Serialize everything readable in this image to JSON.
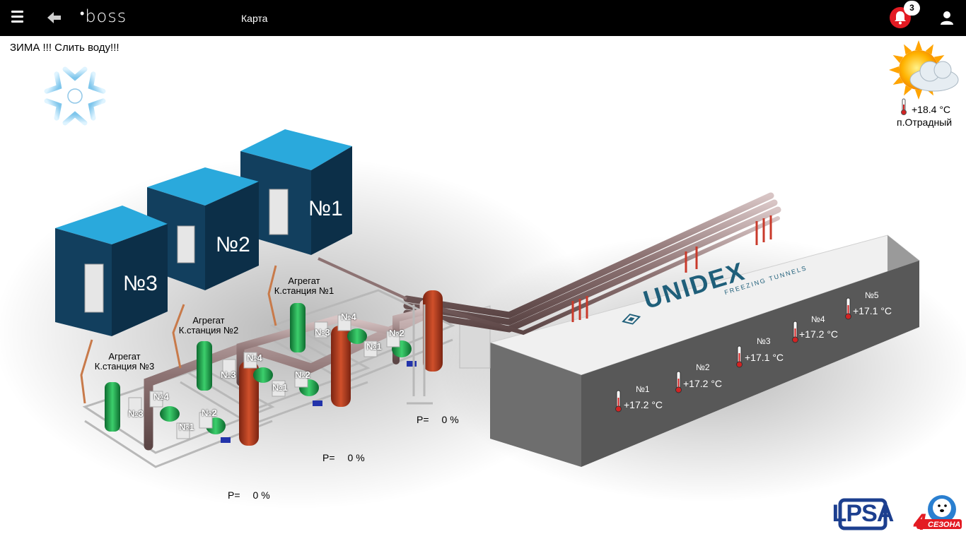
{
  "header": {
    "logo_text": "boss",
    "title": "Карта",
    "notifications_count": "3"
  },
  "warning": "ЗИМА !!! Слить воду!!!",
  "weather": {
    "temperature": "+18.4 °C",
    "location": "п.Отрадный"
  },
  "stations": [
    {
      "cube_label": "№1",
      "agg_line1": "Агрегат",
      "agg_line2": "К.станция №1",
      "pressure_label": "P=",
      "pressure_value": "0 %",
      "compressors": [
        "№1",
        "№2",
        "№3",
        "№4"
      ]
    },
    {
      "cube_label": "№2",
      "agg_line1": "Агрегат",
      "agg_line2": "К.станция №2",
      "pressure_label": "P=",
      "pressure_value": "0 %",
      "compressors": [
        "№1",
        "№2",
        "№3",
        "№4"
      ]
    },
    {
      "cube_label": "№3",
      "agg_line1": "Агрегат",
      "agg_line2": "К.станция №3",
      "pressure_label": "P=",
      "pressure_value": "0 %",
      "compressors": [
        "№1",
        "№2",
        "№3",
        "№4"
      ]
    }
  ],
  "tunnel": {
    "brand": "UNIDEX",
    "subtitle": "FREEZING TUNNELS",
    "sensors": [
      {
        "no": "№1",
        "temp": "+17.2 °C"
      },
      {
        "no": "№2",
        "temp": "+17.2 °C"
      },
      {
        "no": "№3",
        "temp": "+17.1 °C"
      },
      {
        "no": "№4",
        "temp": "+17.2 °C"
      },
      {
        "no": "№5",
        "temp": "+17.1 °C"
      }
    ]
  },
  "footer": {
    "logo1": "LPSA",
    "logo2_num": "4",
    "logo2_text": "СЕЗОНА"
  },
  "colors": {
    "topbar": "#000000",
    "alert": "#e31b23",
    "cube_front": "#123f5e",
    "cube_top": "#2aa9dc",
    "tunnel_front": "#5a5a5a",
    "tunnel_top": "#f2f2f2",
    "receiver": "#b23a1e",
    "compressor": "#1d9a4a"
  }
}
